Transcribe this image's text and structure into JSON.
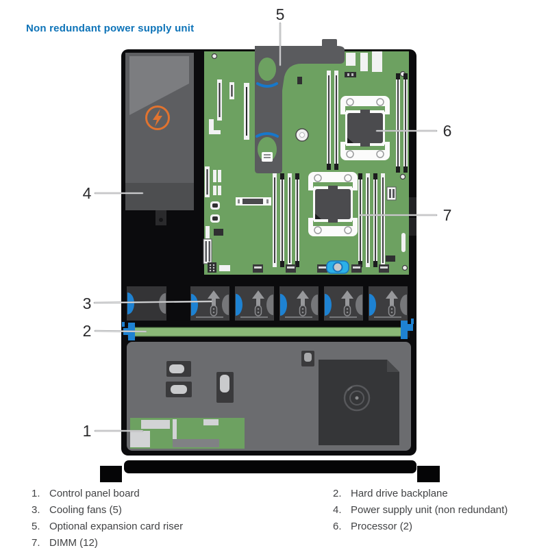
{
  "title": "Non redundant power supply unit",
  "callout_numbers": {
    "n1": "1",
    "n2": "2",
    "n3": "3",
    "n4": "4",
    "n5": "5",
    "n6": "6",
    "n7": "7"
  },
  "legend": {
    "left": [
      {
        "number": "1.",
        "label": "Control panel board"
      },
      {
        "number": "3.",
        "label": "Cooling fans (5)"
      },
      {
        "number": "5.",
        "label": "Optional expansion card riser"
      },
      {
        "number": "7.",
        "label": "DIMM (12)"
      }
    ],
    "right": [
      {
        "number": "2.",
        "label": "Hard drive backplane"
      },
      {
        "number": "4.",
        "label": "Power supply unit (non redundant)"
      },
      {
        "number": "6.",
        "label": "Processor (2)"
      }
    ]
  },
  "colors": {
    "title_blue": "#0d73b8",
    "accent_blue": "#1e82d2",
    "board_green": "#6da161",
    "backplane_green": "#8ab877",
    "psu_orange": "#e1732f",
    "chassis_black": "#0b0b0d"
  },
  "icons": {
    "psu_badge": "lightning-icon",
    "optical_drive": "disc-icon",
    "fan_direction": "arrow-up-icon"
  }
}
